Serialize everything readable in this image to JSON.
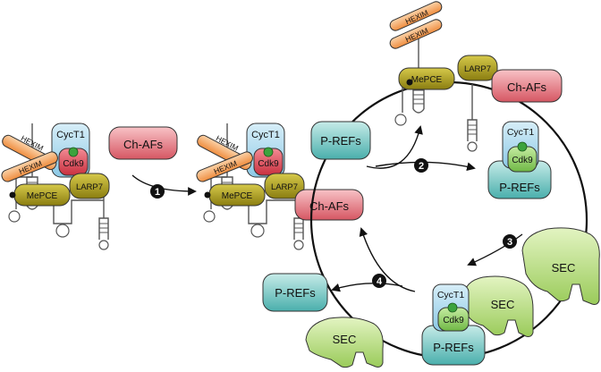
{
  "labels": {
    "hexim": "HEXIM",
    "cyct1": "CycT1",
    "cdk9": "Cdk9",
    "mepce": "MePCE",
    "larp7": "LARP7",
    "ch_afs": "Ch-AFs",
    "p_refs": "P-REFs",
    "sec": "SEC"
  },
  "steps": [
    "1",
    "2",
    "3",
    "4"
  ],
  "colors": {
    "hexim": "#f4a15c",
    "cyct1": "#a9d8ee",
    "cdk9": "#d93a4a",
    "cdk9_bound": "#8fcf63",
    "mepce": "#a3951c",
    "ch_afs": "#d9646e",
    "p_refs": "#4fb5b2",
    "sec": "#a6d36a",
    "phosphate": "#3da33d"
  }
}
